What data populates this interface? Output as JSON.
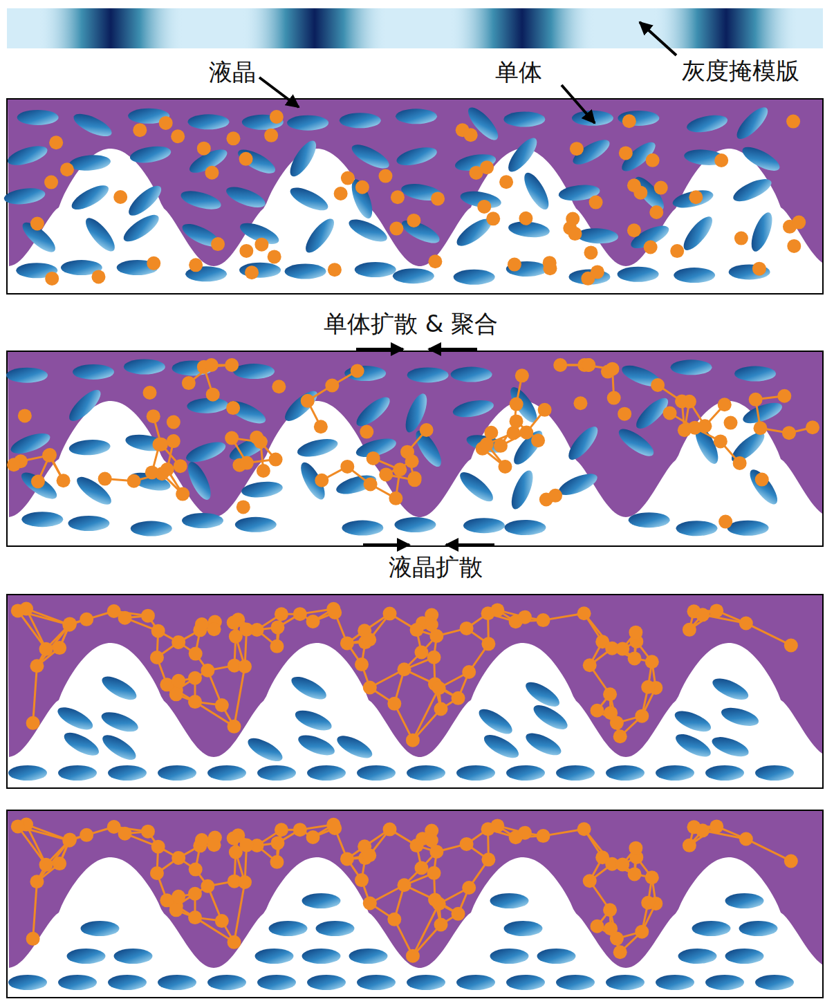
{
  "diagram": {
    "labels": [
      "液晶",
      "单体",
      "灰度掩模版",
      "单体扩散 & 聚合",
      "液晶扩散"
    ]
  }
}
